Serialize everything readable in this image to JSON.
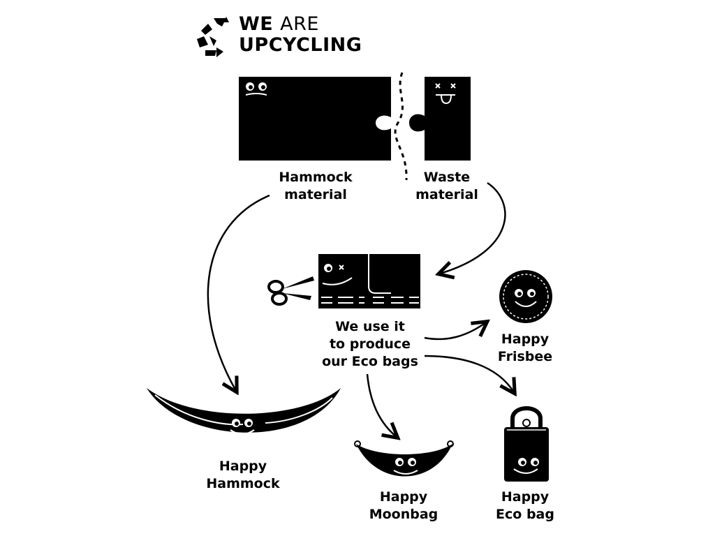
{
  "brand": {
    "line1_bold": "WE",
    "line1_light": "ARE",
    "line2": "UPCYCLING"
  },
  "nodes": {
    "hammock_material": [
      "Hammock",
      "material"
    ],
    "waste_material": [
      "Waste",
      "material"
    ],
    "process": [
      "We use it",
      "to produce",
      "our Eco bags"
    ],
    "frisbee": [
      "Happy",
      "Frisbee"
    ],
    "hammock": [
      "Happy",
      "Hammock"
    ],
    "moonbag": [
      "Happy",
      "Moonbag"
    ],
    "ecobag": [
      "Happy",
      "Eco bag"
    ]
  },
  "colors": {
    "ink": "#000000",
    "paper": "#ffffff"
  },
  "icons": [
    "recycle-icon",
    "scissors-icon"
  ]
}
